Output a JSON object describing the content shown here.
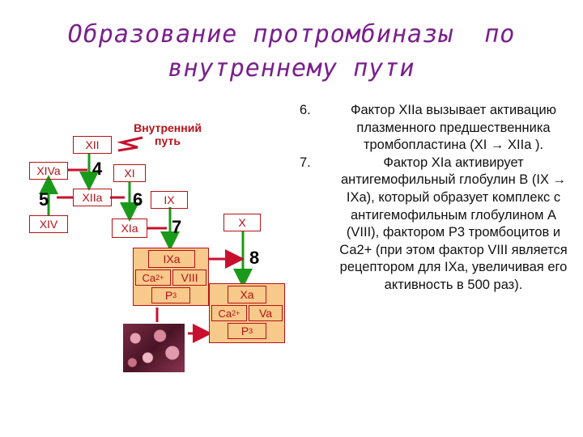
{
  "title": {
    "line1_a": "Образование протромбиназы",
    "line1_b": "по",
    "line2": "внутреннему пути"
  },
  "list": [
    {
      "num": "6.",
      "text": "Фактор XIIа вызывает активацию плазменного предшественника тромбопластина (XI → XIIа )."
    },
    {
      "num": "7.",
      "text": "Фактор XIа активирует антигемофильный глобулин В (IX → IXа), который образует комплекс с антигемофильным глобулином А (VIII), фактором Р3 тромбоцитов и Са2+ (при этом фактор VIII является рецептором для IXа, увеличивая его активность в 500 раз)."
    }
  ],
  "diagram": {
    "path_label": "Внутренний путь",
    "nodes": {
      "xii": "XII",
      "xiva": "XIVa",
      "xiv": "XIV",
      "xiia": "XIIa",
      "xi": "XI",
      "xia": "XIa",
      "ix": "IX",
      "x": "X",
      "ixa": "IXa",
      "ca": "Ca",
      "ca_sup": "2+",
      "viii": "VIII",
      "p3": "P",
      "p3_sub": "3",
      "xa": "Xa",
      "ca2": "Ca",
      "ca2_sup": "2+",
      "va": "Va",
      "p3b": "P",
      "p3b_sub": "3"
    },
    "steps": {
      "s4": "4",
      "s5": "5",
      "s6": "6",
      "s7": "7",
      "s8": "8"
    },
    "colors": {
      "title": "#7a1f8c",
      "node": "#b51218",
      "fill": "#f7c98a",
      "arrow_green": "#1a9a1a",
      "arrow_red": "#c8102e"
    }
  }
}
